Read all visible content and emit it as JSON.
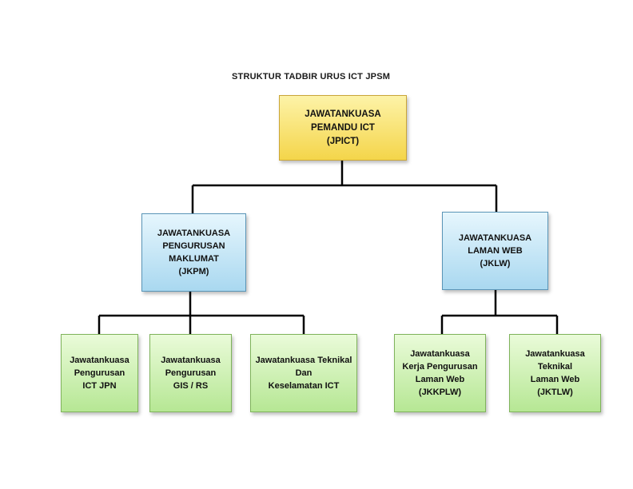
{
  "title": "STRUKTUR TADBIR URUS ICT JPSM",
  "top": {
    "lines": [
      "JAWATANKUASA",
      "PEMANDU ICT",
      "(JPICT)"
    ]
  },
  "mid_left": {
    "lines": [
      "JAWATANKUASA",
      "PENGURUSAN",
      "MAKLUMAT",
      "(JKPM)"
    ]
  },
  "mid_right": {
    "lines": [
      "JAWATANKUASA",
      "LAMAN WEB",
      "(JKLW)"
    ]
  },
  "leaves": [
    {
      "lines": [
        "Jawatankuasa",
        "Pengurusan",
        "ICT JPN"
      ]
    },
    {
      "lines": [
        "Jawatankuasa",
        "Pengurusan",
        "GIS / RS"
      ]
    },
    {
      "lines": [
        "Jawatankuasa Teknikal",
        "Dan",
        "Keselamatan ICT"
      ]
    },
    {
      "lines": [
        "Jawatankuasa",
        "Kerja Pengurusan",
        "Laman Web",
        "(JKKPLW)"
      ]
    },
    {
      "lines": [
        "Jawatankuasa",
        "Teknikal",
        "Laman Web",
        "(JKTLW)"
      ]
    }
  ],
  "colors": {
    "level1": "#f4d54a",
    "level2": "#a9d8f0",
    "level3": "#b6e794",
    "connector": "#000000"
  }
}
